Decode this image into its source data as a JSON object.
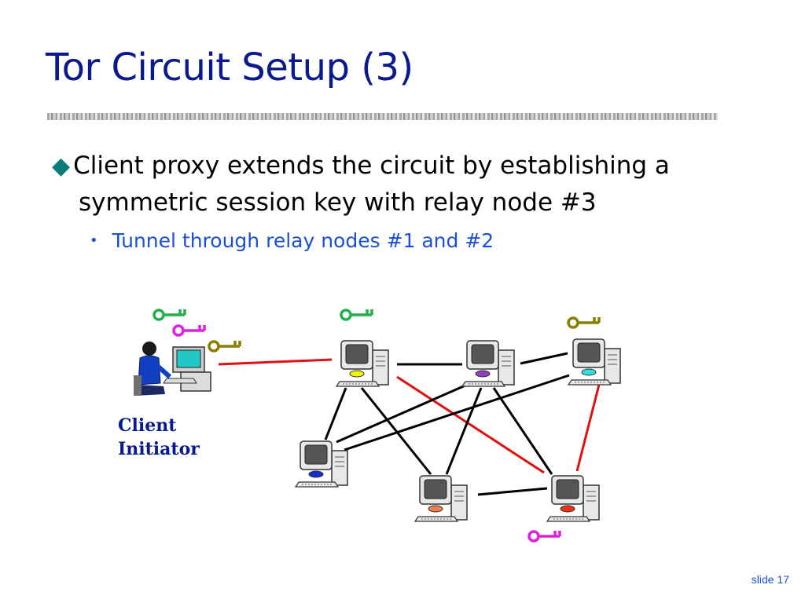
{
  "title": "Tor Circuit Setup (3)",
  "bullets": {
    "main_line1": "Client proxy extends the circuit by establishing a",
    "main_line2": "symmetric session key with relay node #3",
    "main_marker": "◆",
    "sub": "Tunnel through relay nodes #1 and #2",
    "sub_marker": "•"
  },
  "diagram": {
    "client_label_line1": "Client",
    "client_label_line2": "Initiator",
    "colors": {
      "green_key": "#22b14c",
      "magenta_key": "#e31ee3",
      "olive_key": "#8a8000",
      "red_link": "#e01010",
      "black_link": "#000000"
    },
    "nodes": [
      {
        "id": "relay-1",
        "screen_color": "#f4f400"
      },
      {
        "id": "relay-2",
        "screen_color": "#9040c0"
      },
      {
        "id": "relay-3",
        "screen_color": "#30e0e0"
      },
      {
        "id": "relay-4",
        "screen_color": "#1030d0"
      },
      {
        "id": "relay-5",
        "screen_color": "#f08050"
      },
      {
        "id": "relay-6",
        "screen_color": "#f03010"
      }
    ]
  },
  "footer": {
    "slide_number": "slide 17"
  }
}
